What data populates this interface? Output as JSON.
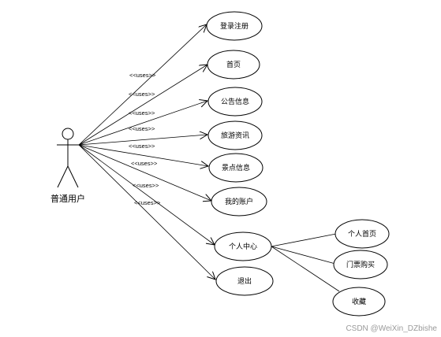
{
  "actor": {
    "label": "普通用户"
  },
  "stereotype": "<<uses>>",
  "use_cases": [
    {
      "id": "uc1",
      "label": "登录注册"
    },
    {
      "id": "uc2",
      "label": "首页"
    },
    {
      "id": "uc3",
      "label": "公告信息"
    },
    {
      "id": "uc4",
      "label": "旅游资讯"
    },
    {
      "id": "uc5",
      "label": "景点信息"
    },
    {
      "id": "uc6",
      "label": "我的账户"
    },
    {
      "id": "uc7",
      "label": "个人中心"
    },
    {
      "id": "uc8",
      "label": "退出"
    }
  ],
  "sub_use_cases": [
    {
      "id": "sub1",
      "label": "个人首页"
    },
    {
      "id": "sub2",
      "label": "门票购买"
    },
    {
      "id": "sub3",
      "label": "收藏"
    }
  ],
  "watermark": "CSDN @WeiXin_DZbishe"
}
